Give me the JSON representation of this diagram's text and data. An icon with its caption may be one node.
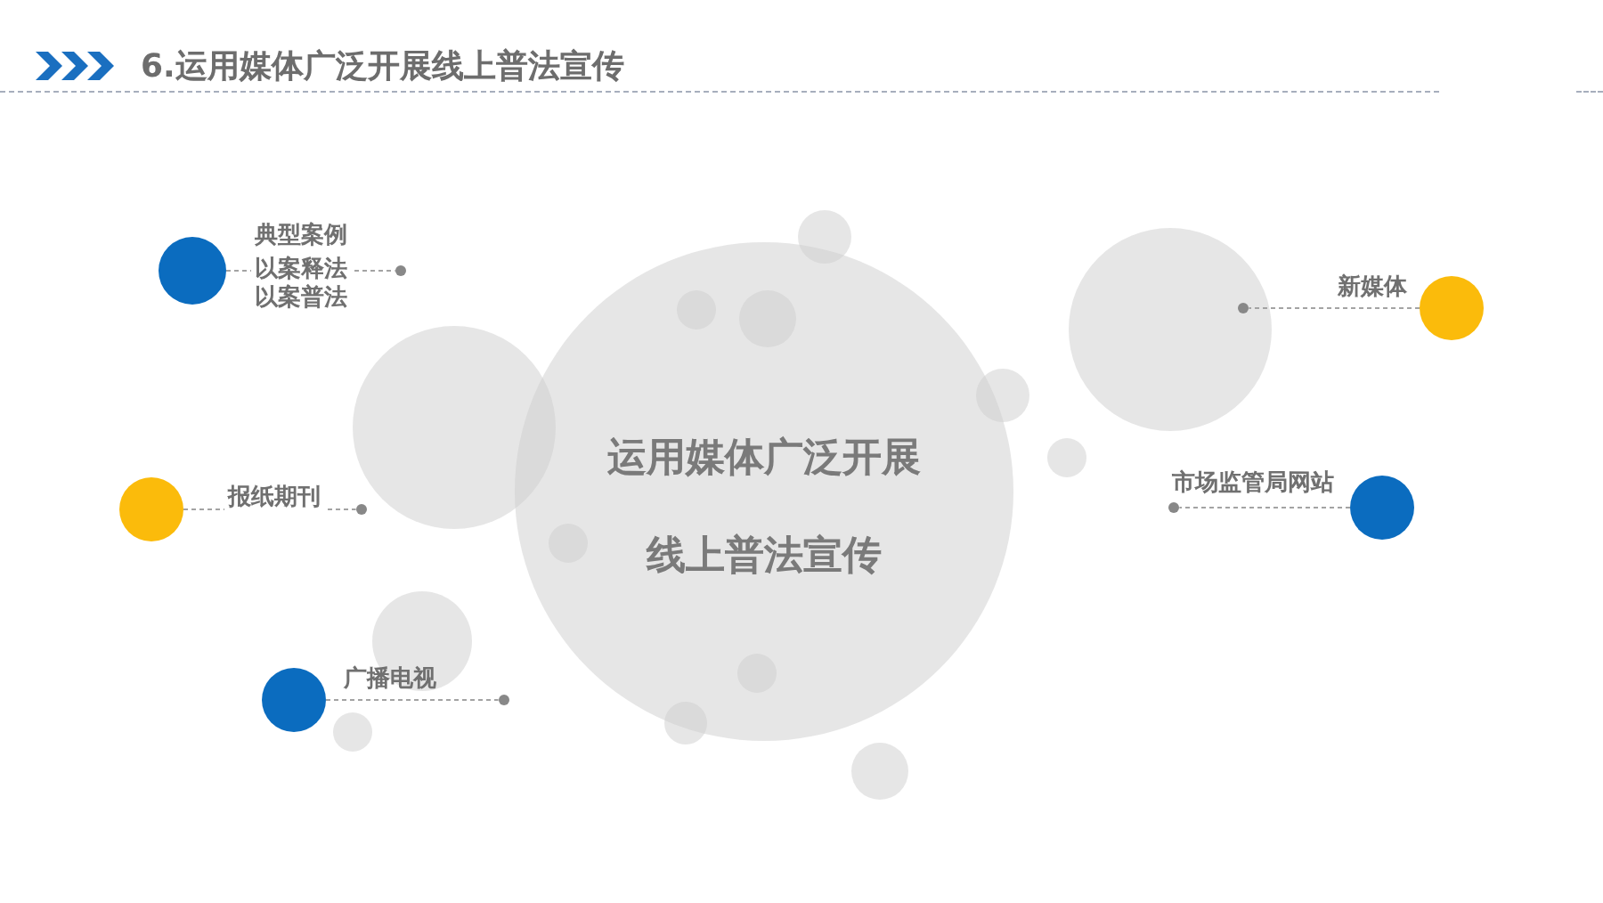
{
  "diagram": {
    "title": "6.运用媒体广泛开展线上普法宣传",
    "nodes": [
      {
        "text": [
          "运用媒体广泛开展线上普法宣传"
        ]
      },
      {
        "text": [],
        "shape": "circle",
        "beside": [
          "典型案例",
          "以案释法",
          "以案普法"
        ]
      },
      {
        "text": [],
        "shape": "circle",
        "beside": [
          "报纸期刊"
        ]
      },
      {
        "text": [],
        "shape": "circle",
        "beside": [
          "广播电视"
        ]
      },
      {
        "text": [],
        "shape": "circle",
        "beside": [
          "新媒体"
        ]
      },
      {
        "text": [],
        "shape": "circle",
        "beside": [
          "市场监管局网站"
        ]
      },
      {
        "text": [],
        "shape": "circle"
      },
      {
        "text": [],
        "shape": "circle"
      },
      {
        "text": [],
        "shape": "circle"
      },
      {
        "text": [],
        "shape": "circle"
      },
      {
        "text": [],
        "shape": "circle"
      }
    ],
    "edges": [
      {
        "from": 1,
        "to": 6,
        "arrow": "none",
        "style": "dashed"
      },
      {
        "from": 2,
        "to": 7,
        "arrow": "none",
        "style": "dashed"
      },
      {
        "from": 3,
        "to": 8,
        "arrow": "none",
        "style": "dashed"
      },
      {
        "from": 4,
        "to": 9,
        "arrow": "none",
        "style": "dashed"
      },
      {
        "from": 5,
        "to": 10,
        "arrow": "none",
        "style": "dashed"
      }
    ]
  }
}
